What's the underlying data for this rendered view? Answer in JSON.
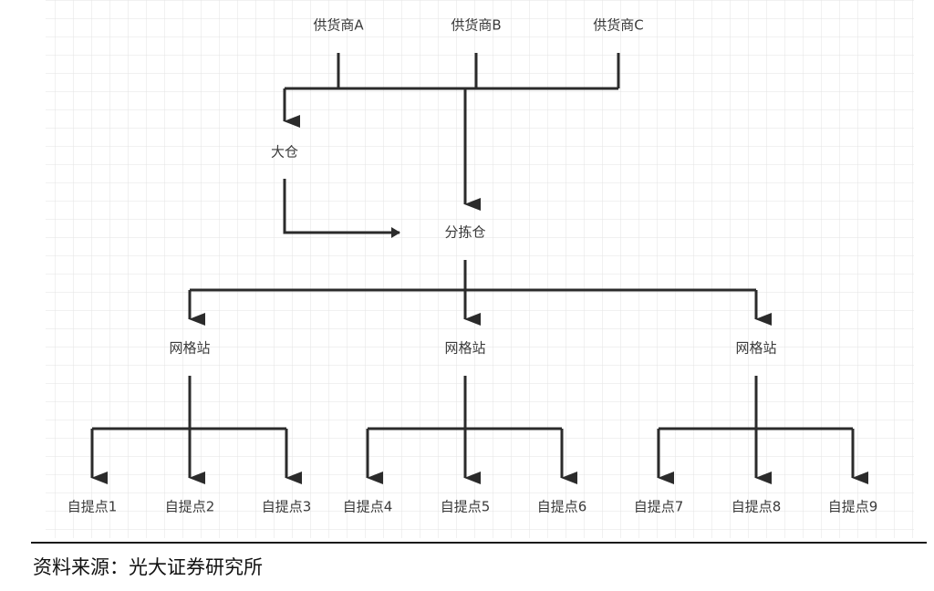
{
  "diagram": {
    "suppliers": [
      "供货商A",
      "供货商B",
      "供货商C"
    ],
    "big_warehouse": "大仓",
    "sorting_warehouse": "分拣仓",
    "grid_stations": [
      "网格站",
      "网格站",
      "网格站"
    ],
    "pickup_points": [
      "自提点1",
      "自提点2",
      "自提点3",
      "自提点4",
      "自提点5",
      "自提点6",
      "自提点7",
      "自提点8",
      "自提点9"
    ]
  },
  "source": "资料来源：光大证券研究所",
  "colors": {
    "line": "#2b2b2b",
    "grid": "#e3e3e3",
    "text": "#3a3a3a"
  }
}
